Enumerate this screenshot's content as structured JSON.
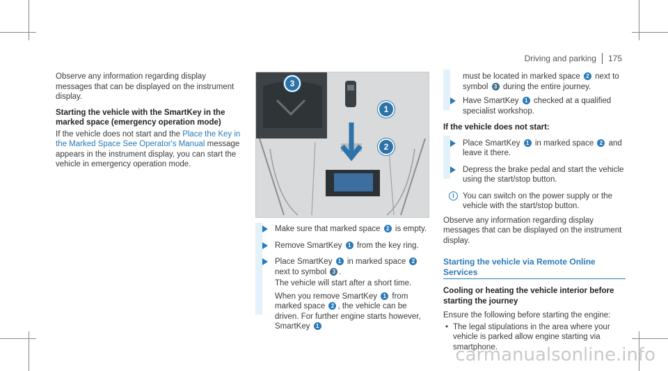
{
  "header": {
    "section": "Driving and parking",
    "page": "175"
  },
  "col1": {
    "intro": "Observe any information regarding display messages that can be displayed on the instrument display.",
    "heading": "Starting the vehicle with the SmartKey in the marked space (emergency operation mode)",
    "body_pre": "If the vehicle does not start and the ",
    "body_link": "Place the Key in the Marked Space See Operator's Manual",
    "body_post": " message appears in the instrument display, you can start the vehicle in emergency operation mode."
  },
  "figure": {
    "callouts": [
      "1",
      "2",
      "3"
    ]
  },
  "col2": {
    "steps": [
      {
        "pre": "Make sure that marked space ",
        "n": "2",
        "post": " is empty."
      },
      {
        "pre": "Remove SmartKey ",
        "n": "1",
        "post": " from the key ring."
      },
      {
        "pre": "Place SmartKey ",
        "n": "1",
        "mid": " in marked space ",
        "n2": "2",
        "post": " next to symbol ",
        "n3": "3",
        "end": "."
      }
    ],
    "note1": "The vehicle will start after a short time.",
    "note2_pre": "When you remove SmartKey ",
    "note2_n": "1",
    "note2_mid": " from marked space ",
    "note2_n2": "2",
    "note2_post": ", the vehicle can be driven. For further engine starts however, SmartKey ",
    "note2_n3": "1"
  },
  "col3": {
    "cont_pre": "must be located in marked space ",
    "cont_n": "2",
    "cont_mid": " next to symbol ",
    "cont_n2": "3",
    "cont_post": " during the entire journey.",
    "step_pre": "Have SmartKey ",
    "step_n": "1",
    "step_post": " checked at a qualified specialist workshop.",
    "heading2": "If the vehicle does not start:",
    "s2_pre": "Place SmartKey ",
    "s2_n": "1",
    "s2_mid": " in marked space ",
    "s2_n2": "2",
    "s2_post": " and leave it there.",
    "s3": "Depress the brake pedal and start the vehicle using the start/stop button.",
    "info": "You can switch on the power supply or the vehicle with the start/stop button.",
    "observe": "Observe any information regarding display messages that can be displayed on the instrument display.",
    "section_link": "Starting the vehicle via Remote Online Services",
    "heading3": "Cooling or heating the vehicle interior before starting the journey",
    "ensure": "Ensure the following before starting the engine:",
    "bullet": "The legal stipulations in the area where your vehicle is parked allow engine starting via smartphone."
  },
  "watermark": "carmanualsonline.info"
}
